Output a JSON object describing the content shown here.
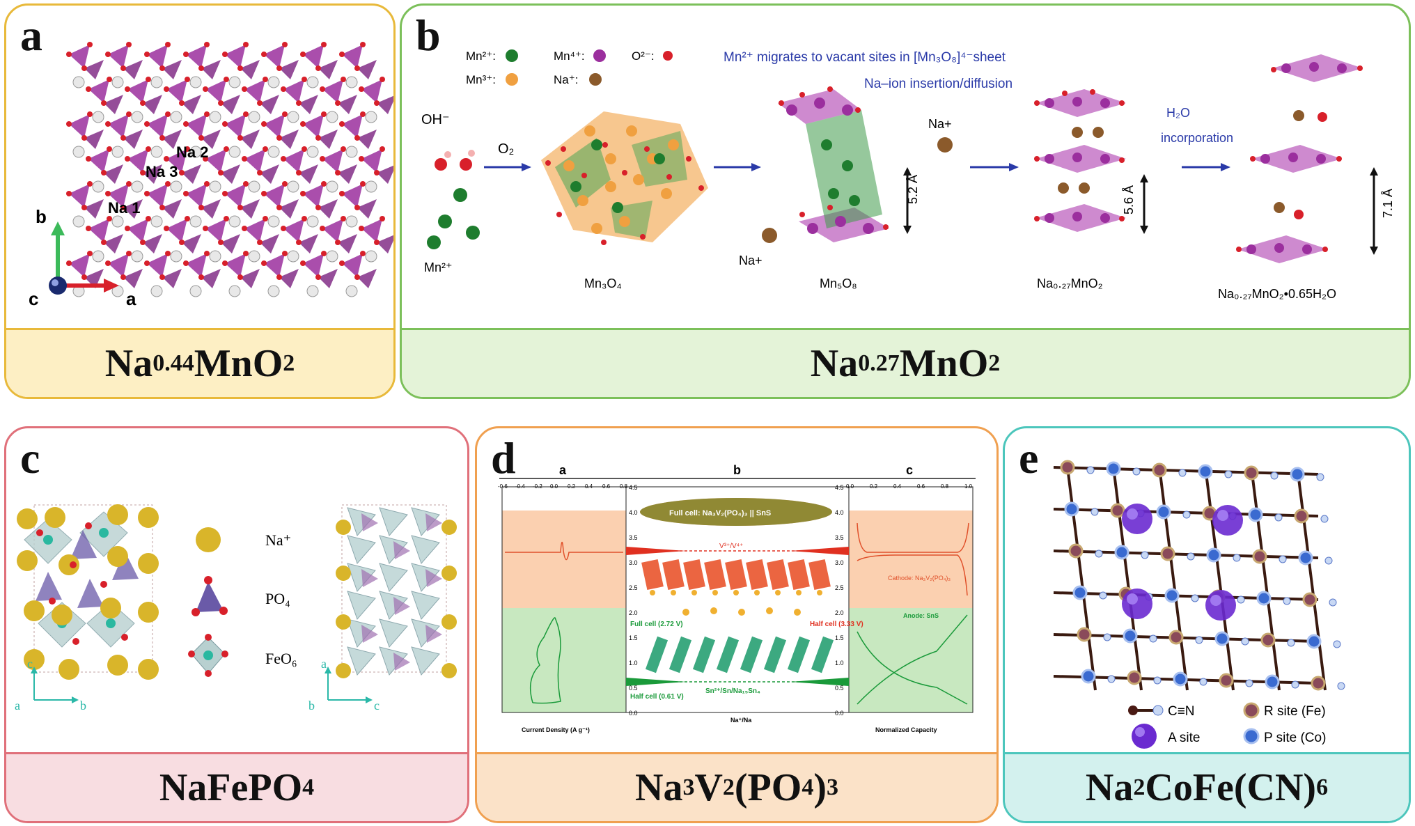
{
  "colors": {
    "panel_a": "#e8b93a",
    "panel_a_fill": "#fdefc4",
    "panel_b": "#7cc05a",
    "panel_b_fill": "#e4f3d8",
    "panel_c": "#e0707a",
    "panel_c_fill": "#f8dde1",
    "panel_d": "#f0a050",
    "panel_d_fill": "#fbe2c8",
    "panel_e": "#4cc6bc",
    "panel_e_fill": "#d3f1ee",
    "purple": "#9b2f9e",
    "red": "#d8202a",
    "green": "#1e7d2e",
    "orange": "#f0a040",
    "brown": "#8b5a2b"
  },
  "panels": {
    "a": {
      "letter": "a",
      "formula": {
        "pre": "Na",
        "sub1": "0.44",
        "mid": "MnO",
        "sub2": "2"
      },
      "labels": {
        "na1": "Na 1",
        "na2": "Na 2",
        "na3": "Na 3"
      },
      "axes": {
        "b": "b",
        "c": "c",
        "a": "a"
      }
    },
    "b": {
      "letter": "b",
      "formula": {
        "pre": "Na",
        "sub1": "0.27",
        "mid": "MnO",
        "sub2": "2"
      },
      "legend": {
        "mn2": "Mn²⁺:",
        "mn3": "Mn³⁺:",
        "mn4": "Mn⁴⁺:",
        "na": "Na⁺:",
        "o": "O²⁻:"
      },
      "migration_text": "Mn²⁺ migrates to vacant sites in [Mn₃O₈]⁴⁻sheet",
      "insertion_text": "Na–ion insertion/diffusion",
      "oh": "OH⁻",
      "o2": "O₂",
      "mn2_label": "Mn²⁺",
      "h2o": "H₂O",
      "incorporation": "incorporation",
      "na_plus_1": "Na+",
      "na_plus_2": "Na+",
      "d1": "5.2 Å",
      "d2": "5.6 Å",
      "d3": "7.1 Å",
      "compounds": {
        "c1": "Mn₃O₄",
        "c2": "Mn₅O₈",
        "c3": "Na₀.₂₇MnO₂",
        "c4": "Na₀.₂₇MnO₂•0.65H₂O"
      }
    },
    "c": {
      "letter": "c",
      "formula": {
        "pre": "NaFePO",
        "sub1": "4"
      },
      "legend": {
        "na": "Na⁺",
        "po4": "PO₄",
        "feo6": "FeO₆"
      },
      "axes1": {
        "c": "c",
        "a": "a",
        "b": "b"
      },
      "axes2": {
        "a": "a",
        "b": "b",
        "c": "c"
      }
    },
    "d": {
      "letter": "d",
      "formula": {
        "pre": "Na",
        "sub1": "3",
        "mid": "V",
        "sub2": "2",
        "mid2": "(PO",
        "sub3": "4",
        "post": ")",
        "sub4": "3"
      },
      "sub_a": "a",
      "sub_b": "b",
      "sub_c": "c",
      "full_cell_banner": "Full cell: Na₃V₂(PO₄)₃ || SnS",
      "v_couple": "V³⁺/V⁴⁺",
      "sn_couple": "Sn²⁺/Sn/Na₁₅Sn₄",
      "full_cell_v": "Full cell\n(2.72 V)",
      "half_cell_hi": "Half cell\n(3.33 V)",
      "half_cell_lo": "Half cell\n(0.61 V)",
      "cathode": "Cathode: Na₃V₂(PO₄)₃",
      "anode": "Anode: SnS",
      "x_label_a": "Current Density (A g⁻¹)",
      "x_label_b": "Na⁺/Na",
      "x_label_c": "Normalized Capacity",
      "top_ticks_a": [
        "-0.6",
        "-0.4",
        "-0.2",
        "0.0",
        "0.2",
        "0.4",
        "0.6",
        "0.8"
      ],
      "top_ticks_c": [
        "0.0",
        "0.2",
        "0.4",
        "0.6",
        "0.8",
        "1.0"
      ],
      "y_ticks": [
        "4.5",
        "4.0",
        "3.5",
        "3.0",
        "2.5",
        "2.0",
        "1.5",
        "1.0",
        "0.5",
        "0.0"
      ]
    },
    "e": {
      "letter": "e",
      "formula": {
        "pre": "Na",
        "sub1": "2",
        "mid": "CoFe(CN)",
        "sub2": "6"
      },
      "legend": {
        "cn": "C≡N",
        "r": "R site (Fe)",
        "a": "A site",
        "p": "P site (Co)"
      }
    }
  }
}
